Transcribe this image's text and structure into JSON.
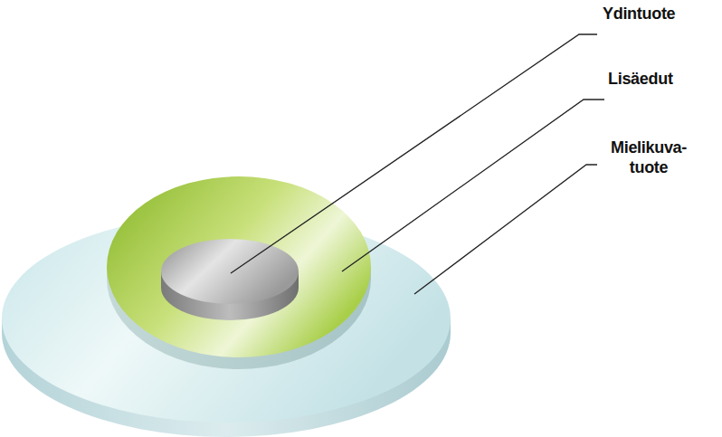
{
  "diagram": {
    "labels": [
      "Ydintuote",
      "Lisäedut",
      "Mielikuva- tuote"
    ]
  }
}
